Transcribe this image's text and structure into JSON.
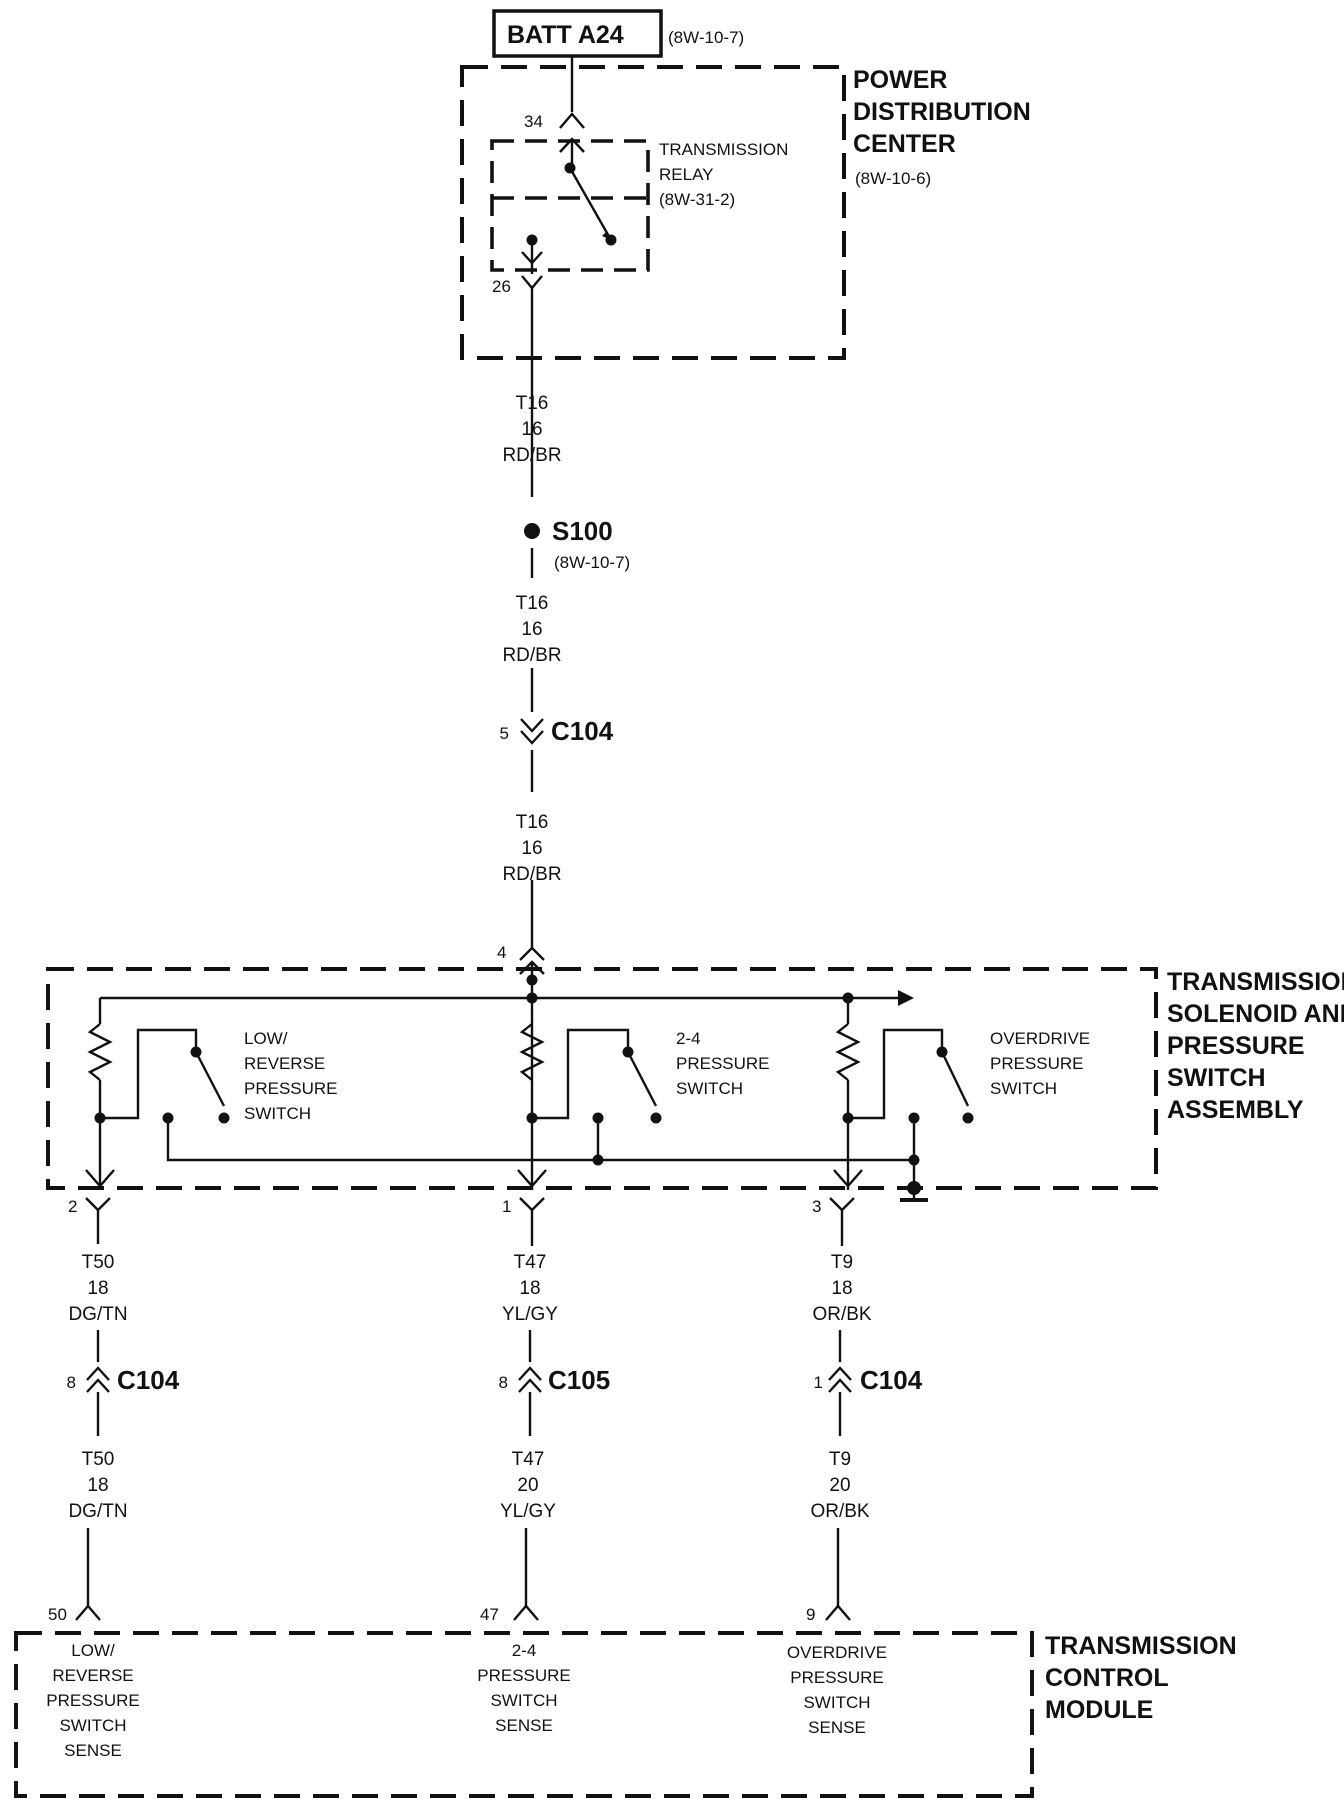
{
  "battery": {
    "label": "BATT A24",
    "ref": "(8W-10-7)"
  },
  "pdc": {
    "title_lines": [
      "POWER",
      "DISTRIBUTION",
      "CENTER"
    ],
    "ref": "(8W-10-6)",
    "pin_in": "34",
    "pin_out": "26",
    "relay": {
      "lines": [
        "TRANSMISSION",
        "RELAY",
        "(8W-31-2)"
      ]
    }
  },
  "main_wire": [
    {
      "circuit": "T16",
      "gauge": "16",
      "color": "RD/BR"
    },
    {
      "circuit": "T16",
      "gauge": "16",
      "color": "RD/BR"
    },
    {
      "circuit": "T16",
      "gauge": "16",
      "color": "RD/BR"
    }
  ],
  "splice": {
    "name": "S100",
    "ref": "(8W-10-7)"
  },
  "connector_main": {
    "pin": "5",
    "name": "C104"
  },
  "assembly": {
    "title_lines": [
      "TRANSMISSION",
      "SOLENOID AND",
      "PRESSURE",
      "SWITCH",
      "ASSEMBLY"
    ],
    "pin_in": "4",
    "switches": [
      {
        "lines": [
          "LOW/",
          "REVERSE",
          "PRESSURE",
          "SWITCH"
        ]
      },
      {
        "lines": [
          "2-4",
          "PRESSURE",
          "SWITCH"
        ]
      },
      {
        "lines": [
          "OVERDRIVE",
          "PRESSURE",
          "SWITCH"
        ]
      }
    ]
  },
  "branches": [
    {
      "pin_out": "2",
      "wire_top": {
        "circuit": "T50",
        "gauge": "18",
        "color": "DG/TN"
      },
      "connector": {
        "pin": "8",
        "name": "C104"
      },
      "wire_bottom": {
        "circuit": "T50",
        "gauge": "18",
        "color": "DG/TN"
      },
      "module_pin": "50",
      "sense_lines": [
        "LOW/",
        "REVERSE",
        "PRESSURE",
        "SWITCH",
        "SENSE"
      ]
    },
    {
      "pin_out": "1",
      "wire_top": {
        "circuit": "T47",
        "gauge": "18",
        "color": "YL/GY"
      },
      "connector": {
        "pin": "8",
        "name": "C105"
      },
      "wire_bottom": {
        "circuit": "T47",
        "gauge": "20",
        "color": "YL/GY"
      },
      "module_pin": "47",
      "sense_lines": [
        "2-4",
        "PRESSURE",
        "SWITCH",
        "SENSE"
      ]
    },
    {
      "pin_out": "3",
      "wire_top": {
        "circuit": "T9",
        "gauge": "18",
        "color": "OR/BK"
      },
      "connector": {
        "pin": "1",
        "name": "C104"
      },
      "wire_bottom": {
        "circuit": "T9",
        "gauge": "20",
        "color": "OR/BK"
      },
      "module_pin": "9",
      "sense_lines": [
        "OVERDRIVE",
        "PRESSURE",
        "SWITCH",
        "SENSE"
      ]
    }
  ],
  "module": {
    "title_lines": [
      "TRANSMISSION",
      "CONTROL",
      "MODULE"
    ]
  }
}
